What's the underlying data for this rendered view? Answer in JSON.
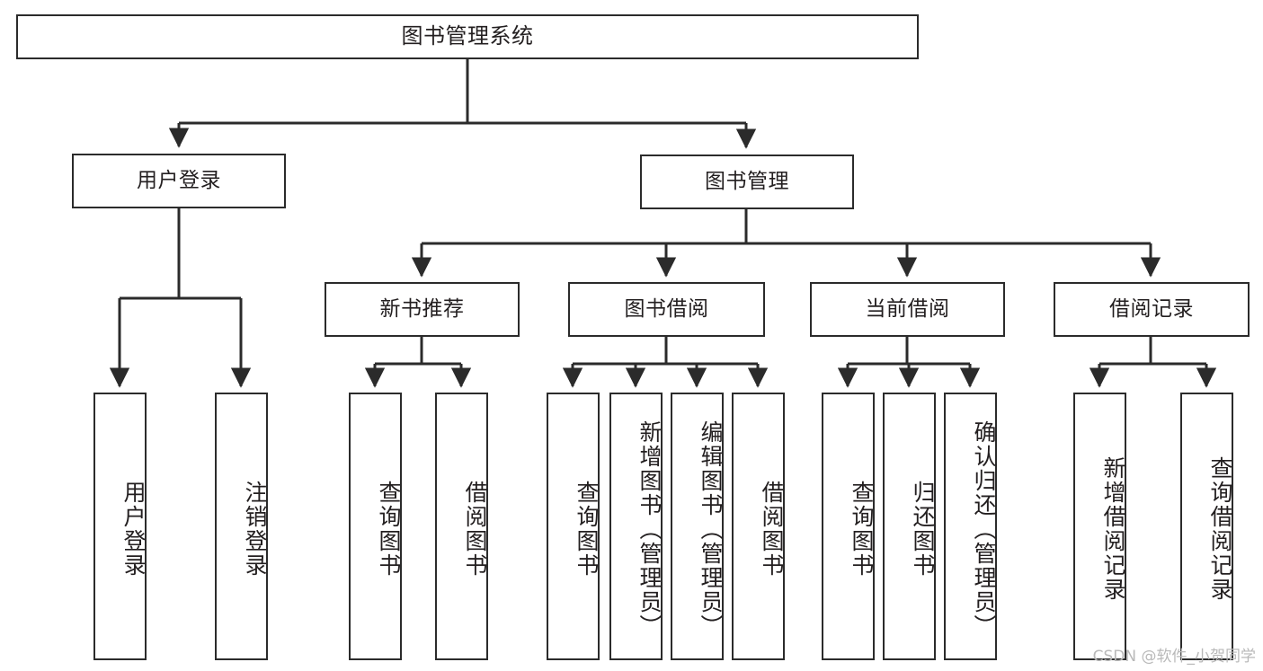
{
  "diagram": {
    "title": "图书管理系统",
    "type": "tree-hierarchy-diagram",
    "colors": {
      "stroke": "#2b2b2b",
      "text": "#231f20",
      "background": "#ffffff",
      "watermark": "#b9b9b9"
    },
    "root": {
      "label": "图书管理系统"
    },
    "level1": [
      {
        "label": "用户登录"
      },
      {
        "label": "图书管理"
      }
    ],
    "level2": [
      {
        "label": "新书推荐"
      },
      {
        "label": "图书借阅"
      },
      {
        "label": "当前借阅"
      },
      {
        "label": "借阅记录"
      }
    ],
    "leaves": {
      "user_login": [
        {
          "label": "用户登录"
        },
        {
          "label": "注销登录"
        }
      ],
      "new_book_recommend": [
        {
          "label": "查询图书"
        },
        {
          "label": "借阅图书"
        }
      ],
      "book_borrow": [
        {
          "label": "查询图书"
        },
        {
          "label": "新增图书（管理员）"
        },
        {
          "label": "编辑图书（管理员）"
        },
        {
          "label": "借阅图书"
        }
      ],
      "current_borrow": [
        {
          "label": "查询图书"
        },
        {
          "label": "归还图书"
        },
        {
          "label": "确认归还（管理员）"
        }
      ],
      "borrow_record": [
        {
          "label": "新增借阅记录"
        },
        {
          "label": "查询借阅记录"
        }
      ]
    }
  },
  "watermark": {
    "text": "CSDN @软件_小贺同学"
  }
}
